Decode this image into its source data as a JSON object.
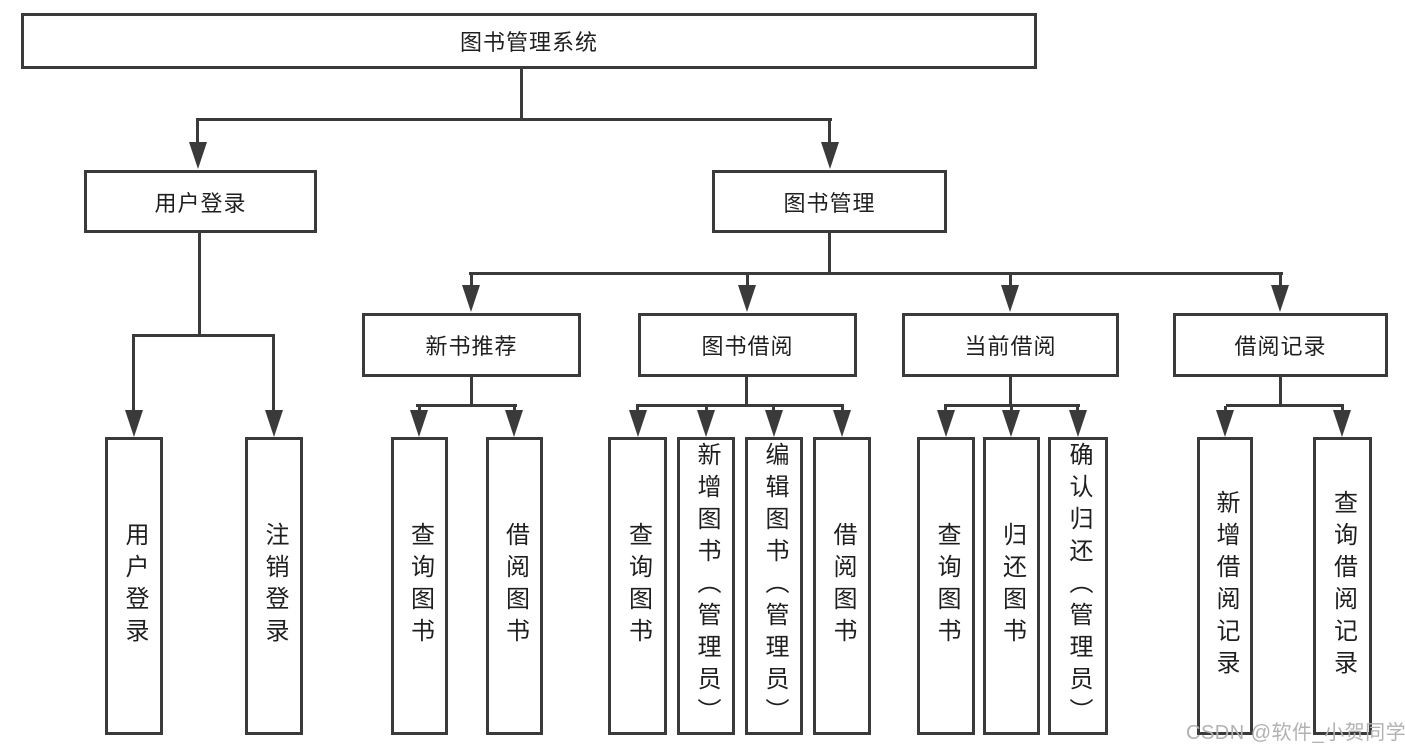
{
  "colors": {
    "line": "#3a3a3a",
    "text": "#1f1f1f",
    "background": "#ffffff",
    "watermark": "#b2b2b2"
  },
  "icons": {
    "arrow_down": "solid downward triangle (css clip-path)"
  },
  "root": {
    "label": "图书管理系统"
  },
  "user_login": {
    "label": "用户登录",
    "children": [
      {
        "label": "用户登录"
      },
      {
        "label": "注销登录"
      }
    ]
  },
  "book_mgmt": {
    "label": "图书管理",
    "sections": [
      {
        "label": "新书推荐",
        "children": [
          {
            "label": "查询图书"
          },
          {
            "label": "借阅图书"
          }
        ]
      },
      {
        "label": "图书借阅",
        "children": [
          {
            "label": "查询图书"
          },
          {
            "label": "新增图书（管理员）"
          },
          {
            "label": "编辑图书（管理员）"
          },
          {
            "label": "借阅图书"
          }
        ]
      },
      {
        "label": "当前借阅",
        "children": [
          {
            "label": "查询图书"
          },
          {
            "label": "归还图书"
          },
          {
            "label": "确认归还（管理员）"
          }
        ]
      },
      {
        "label": "借阅记录",
        "children": [
          {
            "label": "新增借阅记录"
          },
          {
            "label": "查询借阅记录"
          }
        ]
      }
    ]
  },
  "watermark": {
    "text": "CSDN @软件_小贺同学"
  }
}
